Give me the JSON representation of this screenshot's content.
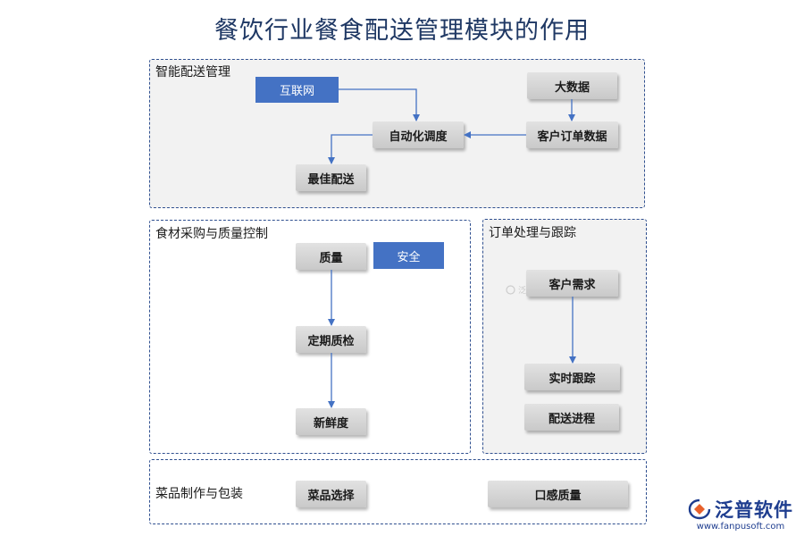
{
  "title": "餐饮行业餐食配送管理模块的作用",
  "sections": {
    "smart_delivery": {
      "label": "智能配送管理",
      "nodes": {
        "internet": "互联网",
        "big_data": "大数据",
        "auto_dispatch": "自动化调度",
        "customer_order_data": "客户订单数据",
        "best_delivery": "最佳配送"
      }
    },
    "ingredient_procurement": {
      "label": "食材采购与质量控制",
      "nodes": {
        "quality": "质量",
        "safety": "安全",
        "regular_inspection": "定期质检",
        "freshness": "新鲜度"
      }
    },
    "order_tracking": {
      "label": "订单处理与跟踪",
      "nodes": {
        "customer_demand": "客户需求",
        "realtime_tracking": "实时跟踪",
        "delivery_progress": "配送进程"
      }
    },
    "dish_packaging": {
      "label": "菜品制作与包装",
      "nodes": {
        "dish_selection": "菜品选择",
        "taste_quality": "口感质量"
      }
    }
  },
  "watermark": {
    "text": "泛普软件"
  },
  "logo": {
    "name": "泛普软件",
    "url": "www.fanpusoft.com"
  },
  "colors": {
    "accent_blue": "#4472c4",
    "arrow": "#4472c4",
    "title": "#1f3864",
    "logo": "#1e3d8f"
  }
}
